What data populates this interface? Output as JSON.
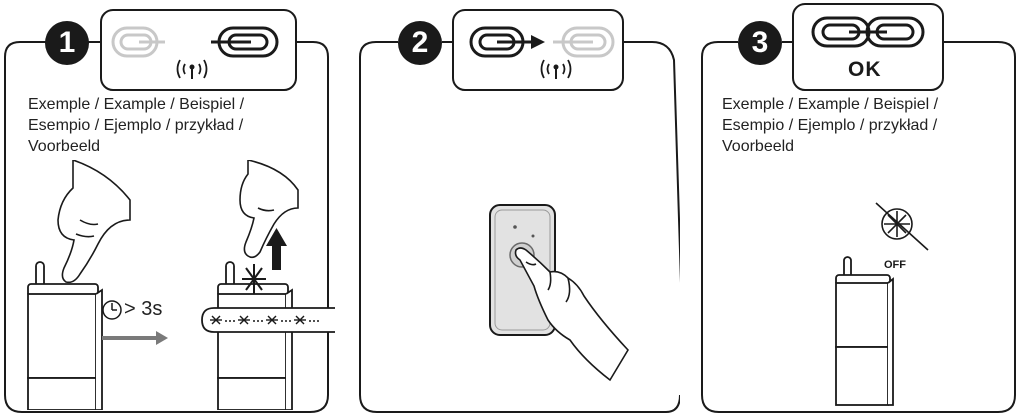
{
  "steps": [
    {
      "number": "1",
      "caption_lines": [
        "Exemple / Example / Beispiel /",
        "Esempio / Ejemplo / przykład /",
        "Voorbeeld"
      ],
      "timer_label": "> 3s"
    },
    {
      "number": "2"
    },
    {
      "number": "3",
      "caption_lines": [
        "Exemple / Example / Beispiel /",
        "Esempio / Ejemplo / przykład /",
        "Voorbeeld"
      ],
      "status_label": "OK",
      "device_state_label": "OFF"
    }
  ],
  "icons": {
    "pairing": "link-icon",
    "wireless": "wireless-signal-icon",
    "timer": "clock-icon",
    "device": "transmitter-device",
    "doorbell": "doorbell-button"
  },
  "colors": {
    "outline": "#1a1a1a",
    "faded_link": "#c8c8c8",
    "arrow": "#7a7a7a",
    "doorbell_face": "#e2e2e2"
  }
}
